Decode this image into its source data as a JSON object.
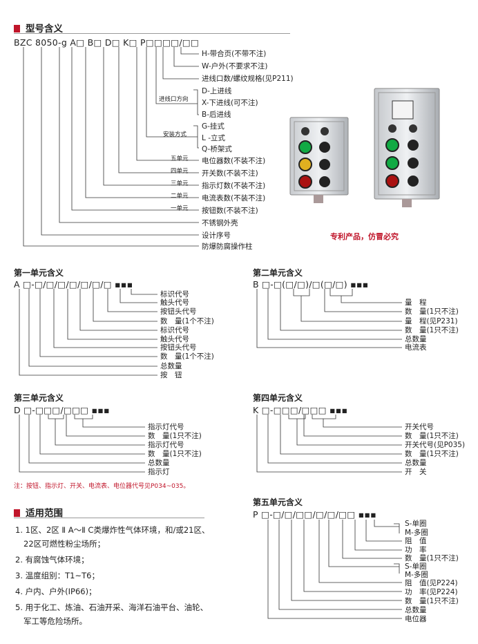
{
  "sections": {
    "model_meaning": "型号含义",
    "unit1": "第一单元含义",
    "unit2": "第二单元含义",
    "unit3": "第三单元含义",
    "unit4": "第四单元含义",
    "unit5": "第五单元含义",
    "scope": "适用范围"
  },
  "model": {
    "code": "BZC 8050-g A□ B□ D□ K□ P□□□□/□□",
    "labels": [
      "H-带合页(不带不注)",
      "W-户外(不要求不注)",
      "进线口数/螺纹规格(见P211)",
      "D-上进线",
      "X-下进线(可不注)",
      "B-后进线",
      "G-挂式",
      "L -立式",
      "Q-桥架式",
      "电位器数(不装不注)",
      "开关数(不装不注)",
      "指示灯数(不装不注)",
      "电流表数(不装不注)",
      "按钮数(不装不注)",
      "不锈钢外壳",
      "设计序号",
      "防爆防腐操作柱"
    ],
    "group_labels": {
      "inlet": "进线口方向",
      "install": "安装方式"
    },
    "unit_labels": [
      "五单元",
      "四单元",
      "三单元",
      "二单元",
      "一单元"
    ]
  },
  "patent": "专利产品，仿冒必究",
  "unit1": {
    "code": "A □-□/□/□/□/□/□/□ ▪▪▪",
    "labels": [
      "标识代号",
      "触头代号",
      "按钮头代号",
      "数　量(1个不注)",
      "标识代号",
      "触头代号",
      "按钮头代号",
      "数　量(1个不注)",
      "总数量",
      "按　钮"
    ]
  },
  "unit2": {
    "code": "B □-□(□/□)/□(□/□) ▪▪▪",
    "labels": [
      "量　程",
      "数　量(1只不注)",
      "量　程(见P231)",
      "数　量(1只不注)",
      "总数量",
      "电流表"
    ]
  },
  "unit3": {
    "code": "D □-□□□/□□□ ▪▪▪",
    "labels": [
      "指示灯代号",
      "数　量(1只不注)",
      "指示灯代号",
      "数　量(1只不注)",
      "总数量",
      "指示灯"
    ]
  },
  "unit4": {
    "code": "K □-□□□/□□□ ▪▪▪",
    "labels": [
      "开关代号",
      "数　量(1只不注)",
      "开关代号(见P035)",
      "数　量(1只不注)",
      "总数量",
      "开　关"
    ]
  },
  "unit5": {
    "code": "P □-□/□/□□/□/□/□□ ▪▪▪",
    "labels": [
      "S-单圈",
      "M-多圈",
      "阻　值",
      "功　率",
      "数　量(1只不注)",
      "S-单圈",
      "M-多圈",
      "阻　值(见P224)",
      "功　率(见P224)",
      "数　量(1只不注)",
      "总数量",
      "电位器"
    ]
  },
  "note": "注：按钮、指示灯、开关、电流表、电位器代号见P034~035。",
  "scope": [
    "1. 1区、2区 Ⅱ A～Ⅱ C类爆炸性气体环境，和/或21区、",
    "22区可燃性粉尘场所；",
    "2. 有腐蚀气体环境；",
    "3. 温度组别：T1~T6；",
    "4. 户内、户外(IP66)；",
    "5. 用于化工、炼油、石油开采、海洋石油平台、油轮、",
    "军工等危险场所。"
  ]
}
